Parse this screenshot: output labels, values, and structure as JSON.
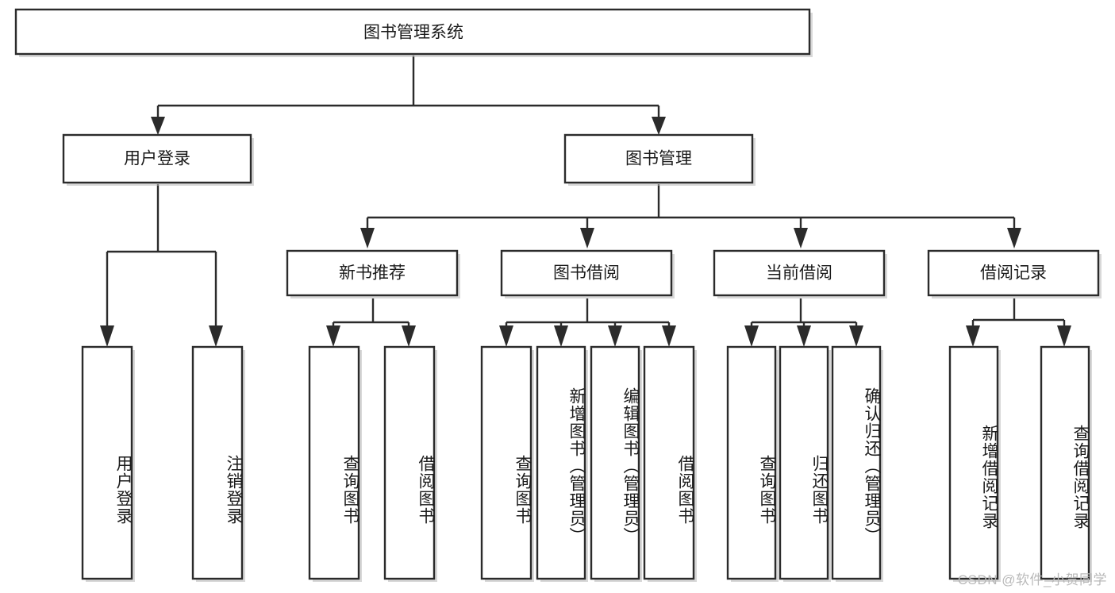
{
  "diagram": {
    "type": "hierarchy-tree",
    "title": "图书管理系统",
    "watermark": "CSDN @软件_小贺同学",
    "colors": {
      "background": "#ffffff",
      "stroke": "#2b2b2b",
      "box_fill": "#ffffff",
      "text": "#1a1a1a",
      "watermark": "#b9b9b9"
    },
    "nodes": {
      "root": {
        "label": "图书管理系统",
        "level": 1,
        "orientation": "horizontal"
      },
      "l2": [
        {
          "label": "用户登录",
          "orientation": "horizontal"
        },
        {
          "label": "图书管理",
          "orientation": "horizontal"
        }
      ],
      "l3": [
        {
          "label": "新书推荐",
          "orientation": "horizontal"
        },
        {
          "label": "图书借阅",
          "orientation": "horizontal"
        },
        {
          "label": "当前借阅",
          "orientation": "horizontal"
        },
        {
          "label": "借阅记录",
          "orientation": "horizontal"
        }
      ],
      "leaves": {
        "user_login": [
          {
            "label": "用户登录",
            "orientation": "vertical"
          },
          {
            "label": "注销登录",
            "orientation": "vertical"
          }
        ],
        "new_book_recommend": [
          {
            "label": "查询图书",
            "orientation": "vertical"
          },
          {
            "label": "借阅图书",
            "orientation": "vertical"
          }
        ],
        "book_borrow": [
          {
            "label": "查询图书",
            "orientation": "vertical"
          },
          {
            "label": "新增图书（管理员）",
            "orientation": "vertical"
          },
          {
            "label": "编辑图书（管理员）",
            "orientation": "vertical"
          },
          {
            "label": "借阅图书",
            "orientation": "vertical"
          }
        ],
        "current_borrow": [
          {
            "label": "查询图书",
            "orientation": "vertical"
          },
          {
            "label": "归还图书",
            "orientation": "vertical"
          },
          {
            "label": "确认归还（管理员）",
            "orientation": "vertical"
          }
        ],
        "borrow_record": [
          {
            "label": "新增借阅记录",
            "orientation": "vertical"
          },
          {
            "label": "查询借阅记录",
            "orientation": "vertical"
          }
        ]
      }
    }
  }
}
